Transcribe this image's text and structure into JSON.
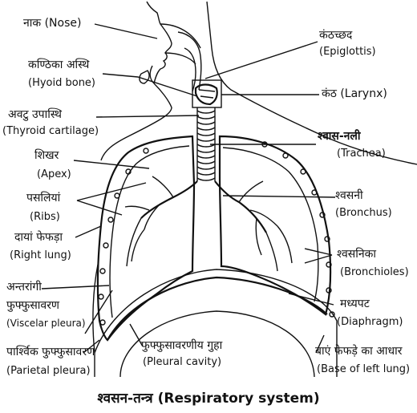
{
  "caption": "श्वसन-तन्त्र (Respiratory system)",
  "labels": {
    "nose_hi": "नाक (Nose)",
    "epiglottis_hi": "कंठच्छद",
    "epiglottis_en": "(Epiglottis)",
    "hyoid_hi": "कण्ठिका अस्थि",
    "hyoid_en": "(Hyoid bone)",
    "larynx": "कंठ (Larynx)",
    "thyroid_hi": "अवटु उपास्थि",
    "thyroid_en": "(Thyroid cartilage)",
    "trachea_hi": "श्वास-नली",
    "trachea_en": "(Trachea)",
    "apex_hi": "शिखर",
    "apex_en": "(Apex)",
    "ribs_hi": "पसलियां",
    "ribs_en": "(Ribs)",
    "bronchus_hi": "श्वसनी",
    "bronchus_en": "(Bronchus)",
    "rightlung_hi": "दायां फेफड़ा",
    "rightlung_en": "(Right lung)",
    "bronchioles_hi": "श्वसनिका",
    "bronchioles_en": "(Bronchioles)",
    "intercostal_hi": "अन्तरांगी",
    "visceral_hi": "फुफ्फुसावरण",
    "visceral_en": "(Viscelar pleura)",
    "diaphragm_hi": "मध्यपट",
    "diaphragm_en": "(Diaphragm)",
    "parietal_hi": "पार्श्विक फुफ्फुसावरण",
    "parietal_en": "(Parietal pleura)",
    "pleuralcavity_hi": "फुफ्फुसावरणीय गुहा",
    "pleuralcavity_en": "(Pleural cavity)",
    "baselung_hi": "बाएं फेफड़े का आधार",
    "baselung_en": "(Base of left lung)"
  }
}
